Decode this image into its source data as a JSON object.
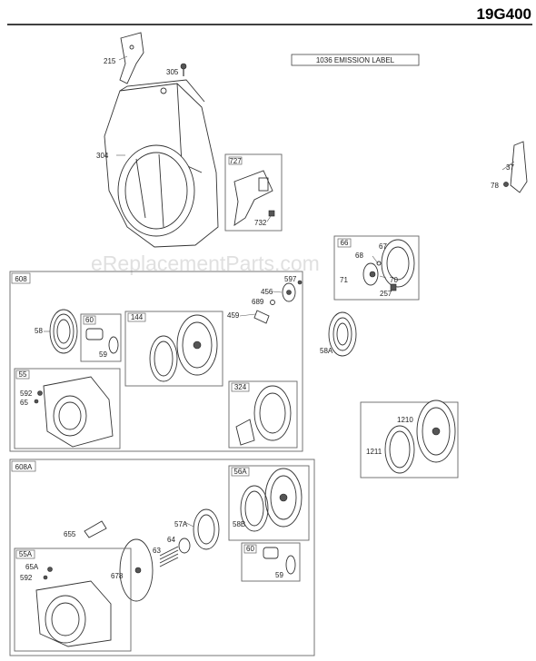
{
  "model_number": "19G400",
  "emission_label": "1036 EMISSION LABEL",
  "watermark": "eReplacementParts.com",
  "groups": {
    "g608": "608",
    "g608A": "608A",
    "g60": "60",
    "g144": "144",
    "g55": "55",
    "g324": "324",
    "g727": "727",
    "g66": "66",
    "g56A": "56A",
    "g55A": "55A",
    "g60b": "60"
  },
  "parts": {
    "p215": "215",
    "p305": "305",
    "p304": "304",
    "p732": "732",
    "p37": "37",
    "p78": "78",
    "p68": "68",
    "p67": "67",
    "p71": "71",
    "p70": "70",
    "p257": "257",
    "p597": "597",
    "p456": "456",
    "p689": "689",
    "p459": "459",
    "p58": "58",
    "p59": "59",
    "p592": "592",
    "p65": "65",
    "p58A": "58A",
    "p1210": "1210",
    "p1211": "1211",
    "p655": "655",
    "p57A": "57A",
    "p58B": "58B",
    "p64": "64",
    "p63": "63",
    "p678": "678",
    "p65A": "65A",
    "p592b": "592",
    "p59b": "59"
  }
}
